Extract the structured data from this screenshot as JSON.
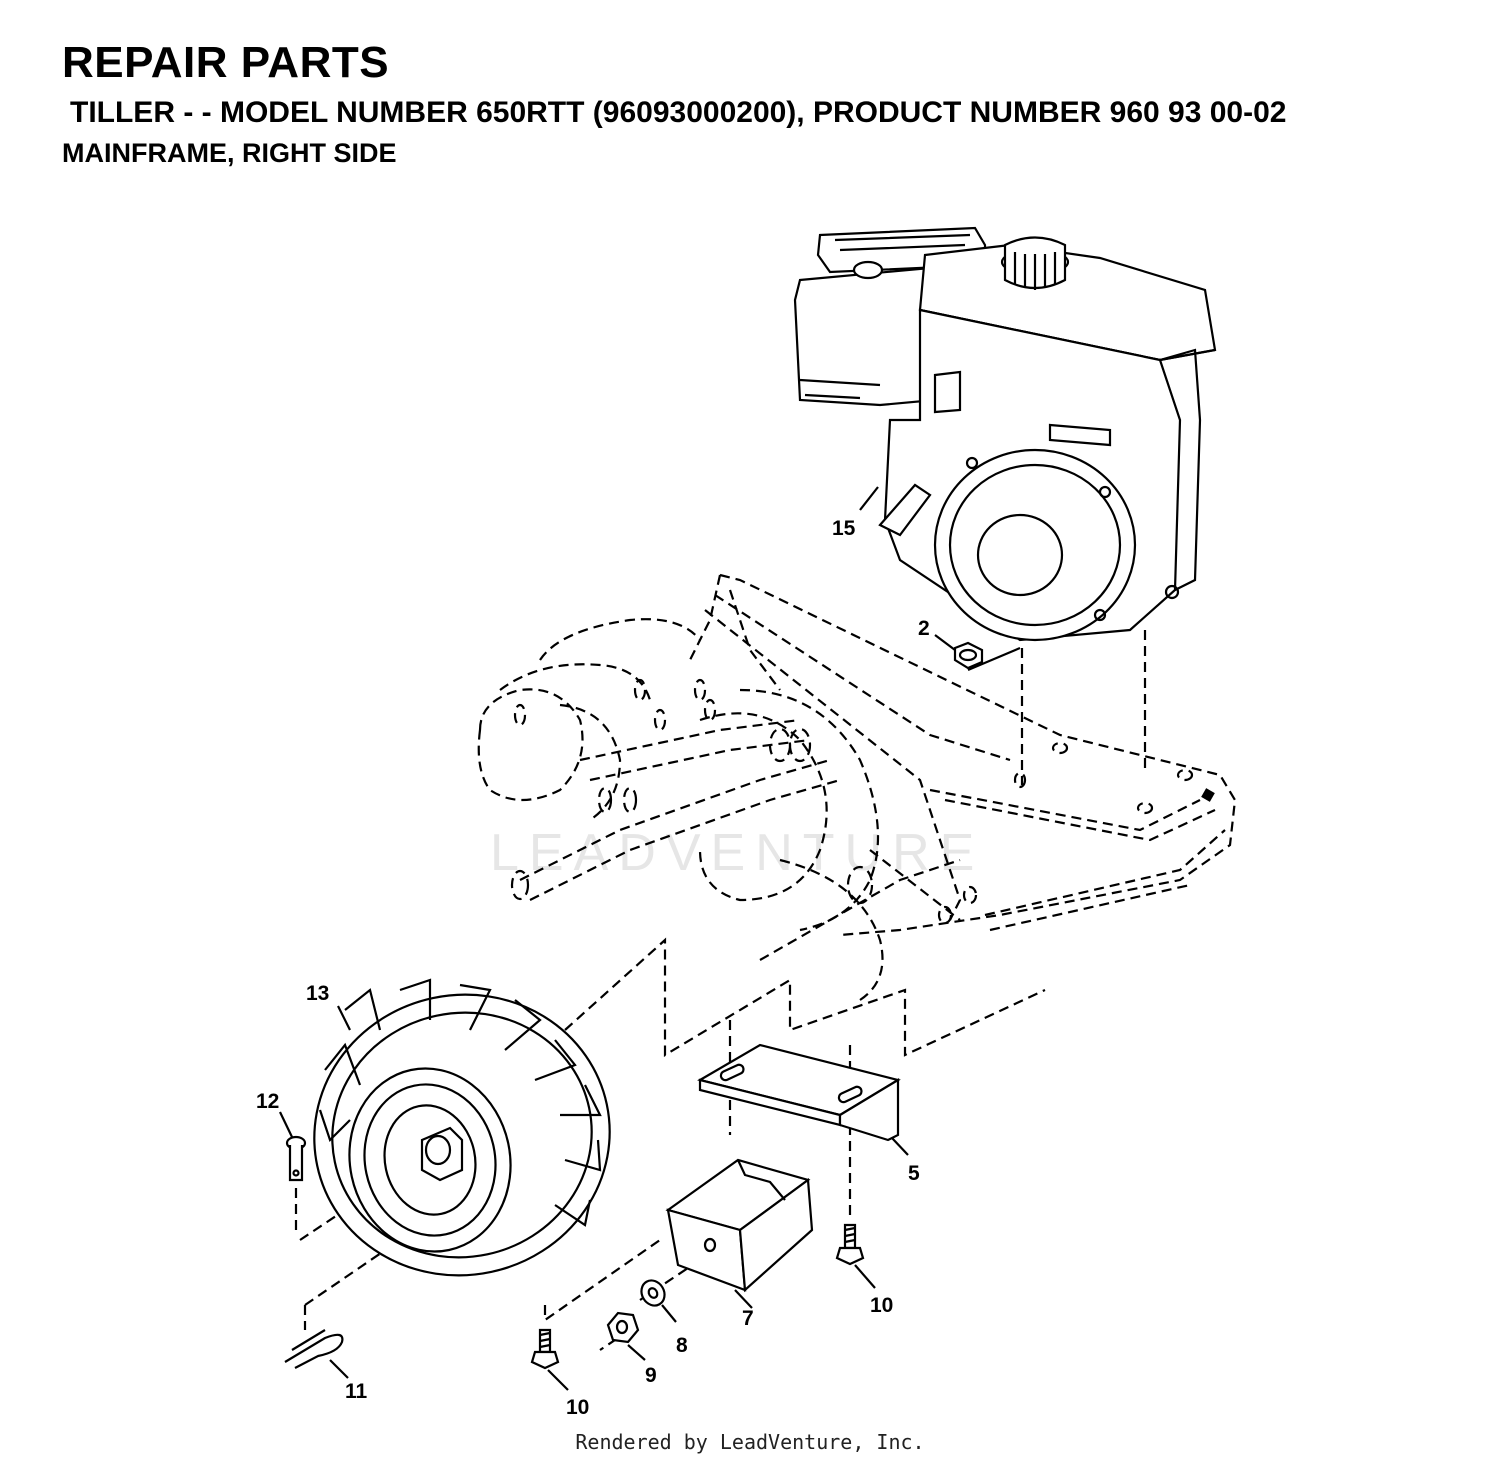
{
  "header": {
    "title": "REPAIR PARTS",
    "subtitle": "TILLER - - MODEL NUMBER 650RTT (96093000200), PRODUCT NUMBER 960 93 00-02",
    "section": "MAINFRAME, RIGHT SIDE"
  },
  "watermark": "LEADVENTURE",
  "callouts": {
    "c15": "15",
    "c2": "2",
    "c13": "13",
    "c12": "12",
    "c5": "5",
    "c7": "7",
    "c8": "8",
    "c9": "9",
    "c10a": "10",
    "c10b": "10",
    "c11": "11"
  },
  "footer": "Rendered by LeadVenture, Inc."
}
